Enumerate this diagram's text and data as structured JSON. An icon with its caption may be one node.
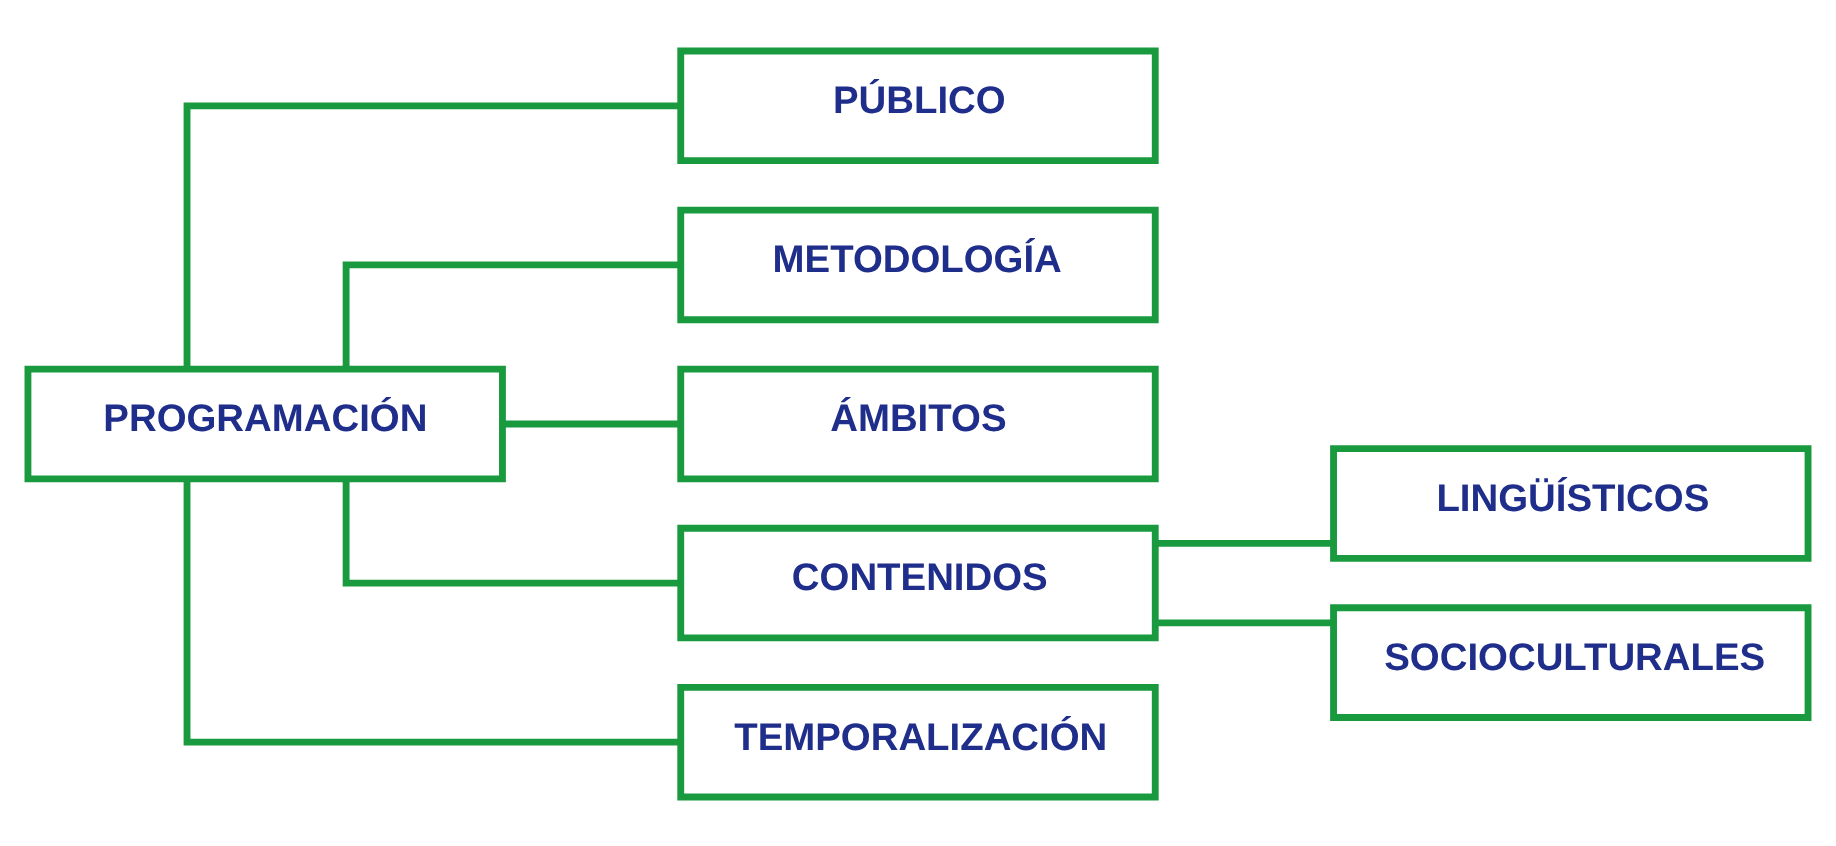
{
  "diagram": {
    "nodes": [
      {
        "text": [
          "PROGRAMACIÓN"
        ]
      },
      {
        "text": [
          "PÚBLICO"
        ]
      },
      {
        "text": [
          "METODOLOGÍA"
        ]
      },
      {
        "text": [
          "ÁMBITOS"
        ]
      },
      {
        "text": [
          "CONTENIDOS"
        ]
      },
      {
        "text": [
          "TEMPORALIZACIÓN"
        ]
      },
      {
        "text": [
          "LINGÜÍSTICOS"
        ]
      },
      {
        "text": [
          "SOCIOCULTURALES"
        ]
      }
    ],
    "edges": [
      {
        "from": 0,
        "to": 1,
        "arrow": "none"
      },
      {
        "from": 0,
        "to": 2,
        "arrow": "none"
      },
      {
        "from": 0,
        "to": 3,
        "arrow": "none"
      },
      {
        "from": 0,
        "to": 4,
        "arrow": "none"
      },
      {
        "from": 0,
        "to": 5,
        "arrow": "none"
      },
      {
        "from": 4,
        "to": 6,
        "arrow": "none"
      },
      {
        "from": 4,
        "to": 7,
        "arrow": "none"
      }
    ]
  }
}
